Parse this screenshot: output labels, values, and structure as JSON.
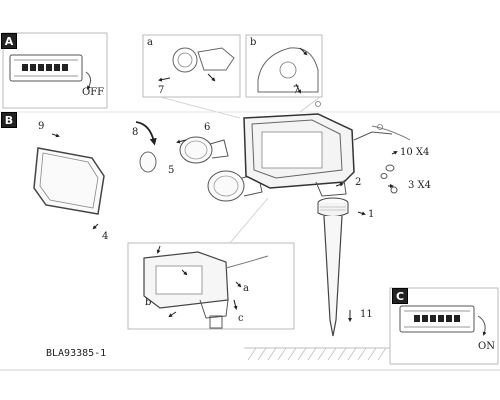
{
  "sections": {
    "a": "A",
    "b": "B",
    "c": "C"
  },
  "switch_labels": {
    "off": "OFF",
    "on": "ON"
  },
  "detail_labels": {
    "panel_a": "a",
    "panel_b": "b",
    "screw_a": "7",
    "screw_b": "7"
  },
  "parts": {
    "glass_frame": "9",
    "frame_screws": "4",
    "rotate_arrow": "8",
    "bulb_a": "6",
    "bulb_b": "5",
    "connector": "2",
    "screws_10": "10 X4",
    "screws_3": "3 X4",
    "spike_thread": "1",
    "ground": "11"
  },
  "inset_labels": {
    "a": "a",
    "b": "b",
    "c": "c"
  },
  "document_code": "BLA93385-1"
}
